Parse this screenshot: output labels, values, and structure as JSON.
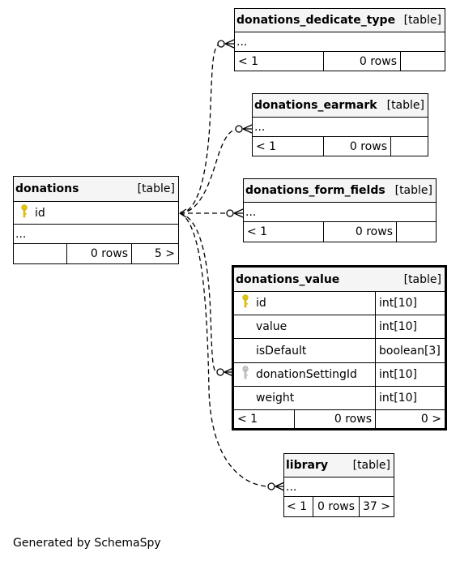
{
  "diagram": {
    "tables": {
      "donations_dedicate_type": {
        "name": "donations_dedicate_type",
        "type": "[table]",
        "ellipsis": "...",
        "left": "< 1",
        "rows": "0 rows",
        "right": ""
      },
      "donations_earmark": {
        "name": "donations_earmark",
        "type": "[table]",
        "ellipsis": "...",
        "left": "< 1",
        "rows": "0 rows",
        "right": ""
      },
      "donations_form_fields": {
        "name": "donations_form_fields",
        "type": "[table]",
        "ellipsis": "...",
        "left": "< 1",
        "rows": "0 rows",
        "right": ""
      },
      "donations": {
        "name": "donations",
        "type": "[table]",
        "pk": "id",
        "ellipsis": "...",
        "left": "",
        "rows": "0 rows",
        "right": "5 >"
      },
      "donations_value": {
        "name": "donations_value",
        "type": "[table]",
        "columns": [
          {
            "name": "id",
            "type": "int[10]",
            "key": "primary"
          },
          {
            "name": "value",
            "type": "int[10]",
            "key": ""
          },
          {
            "name": "isDefault",
            "type": "boolean[3]",
            "key": ""
          },
          {
            "name": "donationSettingId",
            "type": "int[10]",
            "key": "foreign"
          },
          {
            "name": "weight",
            "type": "int[10]",
            "key": ""
          }
        ],
        "left": "< 1",
        "rows": "0 rows",
        "right": "0 >"
      },
      "library": {
        "name": "library",
        "type": "[table]",
        "ellipsis": "...",
        "left": "< 1",
        "rows": "0 rows",
        "right": "37 >"
      }
    },
    "colors": {
      "primary_key": "#e6c800",
      "foreign_key": "#b0b0b0",
      "header_bg": "#f5f5f5"
    }
  },
  "footer": {
    "text": "Generated by SchemaSpy"
  }
}
